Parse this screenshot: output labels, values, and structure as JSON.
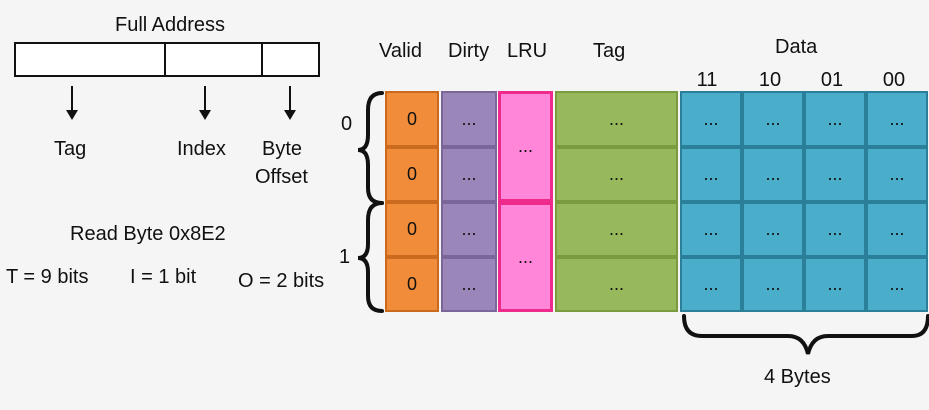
{
  "address": {
    "title": "Full Address",
    "fields": [
      "Tag",
      "Index",
      "Byte",
      "Offset"
    ]
  },
  "read": {
    "text": "Read Byte 0x8E2",
    "t": "T = 9 bits",
    "i": "I = 1 bit",
    "o": "O = 2 bits"
  },
  "headers": {
    "valid": "Valid",
    "dirty": "Dirty",
    "lru": "LRU",
    "tag": "Tag",
    "data": "Data",
    "offsets": [
      "11",
      "10",
      "01",
      "00"
    ]
  },
  "sets": [
    "0",
    "1"
  ],
  "rows": [
    {
      "valid": "0",
      "dirty": "...",
      "tag": "...",
      "data": [
        "...",
        "...",
        "...",
        "..."
      ]
    },
    {
      "valid": "0",
      "dirty": "...",
      "tag": "...",
      "data": [
        "...",
        "...",
        "...",
        "..."
      ]
    },
    {
      "valid": "0",
      "dirty": "...",
      "tag": "...",
      "data": [
        "...",
        "...",
        "...",
        "..."
      ]
    },
    {
      "valid": "0",
      "dirty": "...",
      "tag": "...",
      "data": [
        "...",
        "...",
        "...",
        "..."
      ]
    }
  ],
  "lru": [
    "...",
    "..."
  ],
  "bytes_label": "4 Bytes"
}
